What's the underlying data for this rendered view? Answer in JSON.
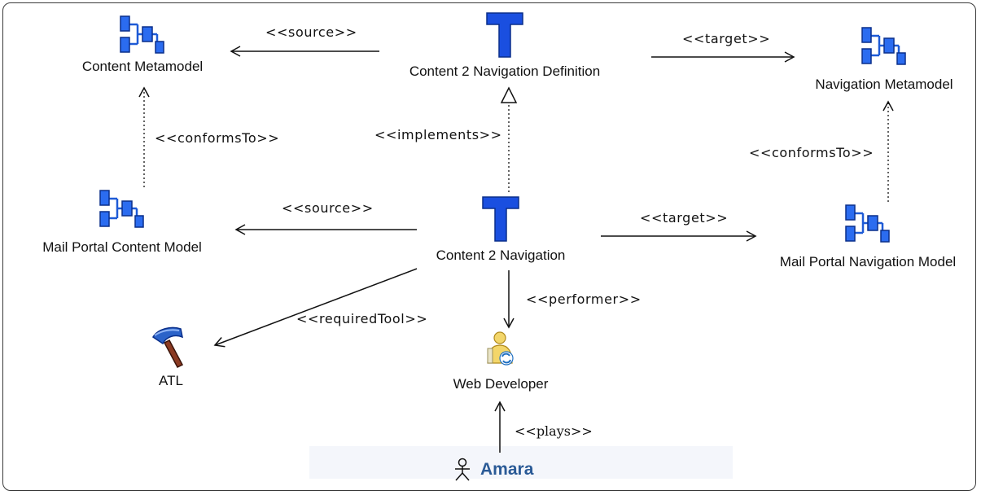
{
  "nodes": {
    "content_metamodel": {
      "label": "Content Metamodel"
    },
    "c2n_definition": {
      "label": "Content 2 Navigation Definition"
    },
    "navigation_metamodel": {
      "label": "Navigation Metamodel"
    },
    "mail_portal_content_model": {
      "label": "Mail Portal Content Model"
    },
    "c2n": {
      "label": "Content 2 Navigation"
    },
    "mail_portal_navigation_model": {
      "label": "Mail Portal Navigation Model"
    },
    "atl": {
      "label": "ATL"
    },
    "web_developer": {
      "label": "Web Developer"
    },
    "amara": {
      "label": "Amara"
    }
  },
  "edges": {
    "def_source": "<<source>>",
    "def_target": "<<target>>",
    "content_conforms": "<<conformsTo>>",
    "implements": "<<implements>>",
    "nav_conforms": "<<conformsTo>>",
    "c2n_source": "<<source>>",
    "c2n_target": "<<target>>",
    "required_tool": "<<requiredTool>>",
    "performer": "<<performer>>",
    "plays": "<<plays>>"
  },
  "icons": {
    "model": "model-icon",
    "transformation": "transformation-icon",
    "tool": "hammer-icon",
    "role": "role-icon",
    "actor": "actor-icon"
  },
  "colors": {
    "model_blue": "#1e5bd6",
    "transform_blue": "#1a4fe0",
    "amara_text": "#2a5a96",
    "hammer_handle": "#8b3a22",
    "hammer_head": "#2b63c9"
  }
}
